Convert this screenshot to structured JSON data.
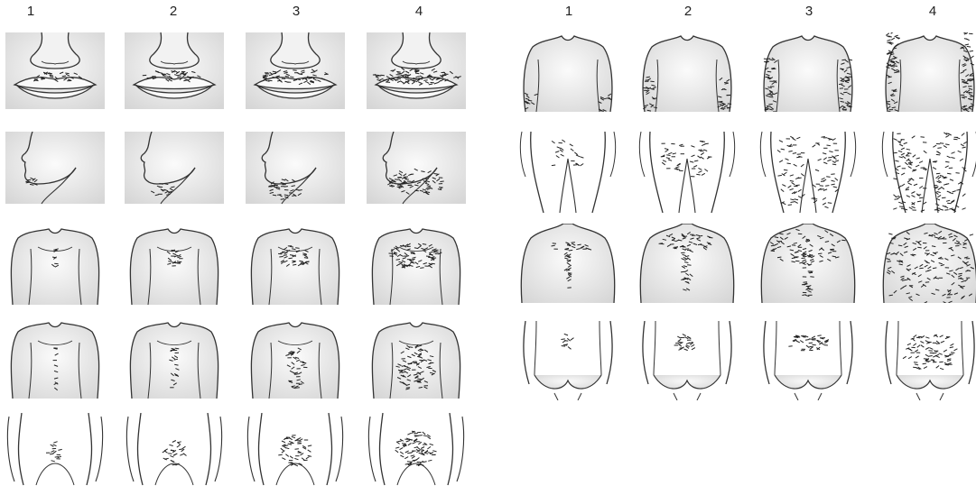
{
  "figure": {
    "left_group": {
      "column_labels": [
        "1",
        "2",
        "3",
        "4"
      ],
      "rows": [
        {
          "region": "upper-lip",
          "grades": [
            1,
            2,
            3,
            4
          ]
        },
        {
          "region": "chin",
          "grades": [
            1,
            2,
            3,
            4
          ]
        },
        {
          "region": "chest",
          "grades": [
            1,
            2,
            3,
            4
          ]
        },
        {
          "region": "upper-abdomen",
          "grades": [
            1,
            2,
            3,
            4
          ]
        },
        {
          "region": "lower-abdomen",
          "grades": [
            1,
            2,
            3,
            4
          ]
        }
      ]
    },
    "right_group": {
      "column_labels": [
        "1",
        "2",
        "3",
        "4"
      ],
      "rows": [
        {
          "region": "arm",
          "grades": [
            1,
            2,
            3,
            4
          ]
        },
        {
          "region": "thigh",
          "grades": [
            1,
            2,
            3,
            4
          ]
        },
        {
          "region": "upper-back",
          "grades": [
            1,
            2,
            3,
            4
          ]
        },
        {
          "region": "lower-back",
          "grades": [
            1,
            2,
            3,
            4
          ]
        }
      ]
    },
    "colors": {
      "outline": "#333333",
      "shade": "#d6d6d6",
      "hair": "#222222"
    }
  }
}
